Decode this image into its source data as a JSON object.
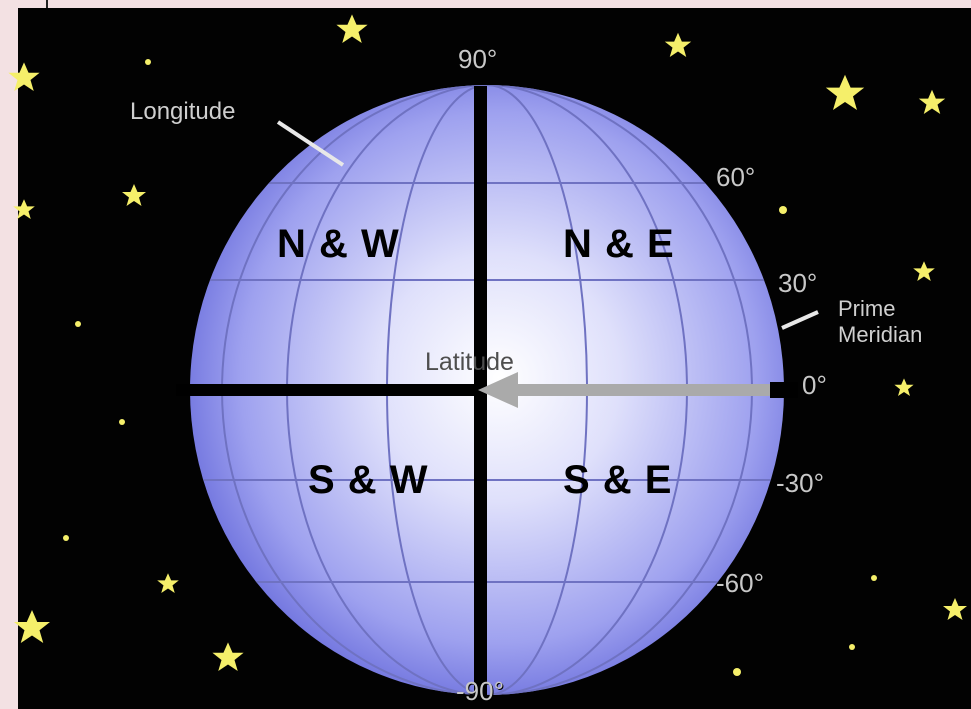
{
  "labels": {
    "longitude": "Longitude",
    "latitude": "Latitude",
    "prime_meridian_line1": "Prime",
    "prime_meridian_line2": "Meridian"
  },
  "degrees": {
    "top": "90°",
    "lat_60": "60°",
    "lat_30": "30°",
    "lat_0": "0°",
    "lat_m30": "-30°",
    "lat_m60": "-60°",
    "bottom": "-90°"
  },
  "quadrants": {
    "nw": "N & W",
    "ne": "N & E",
    "sw": "S & W",
    "se": "S & E"
  },
  "colors": {
    "space": "#020202",
    "globe_center": "#f4f4ff",
    "globe_edge": "#6a6ee0",
    "star": "#f5ef6a",
    "axis_line": "#000000",
    "arrow": "#a9a9a9"
  }
}
